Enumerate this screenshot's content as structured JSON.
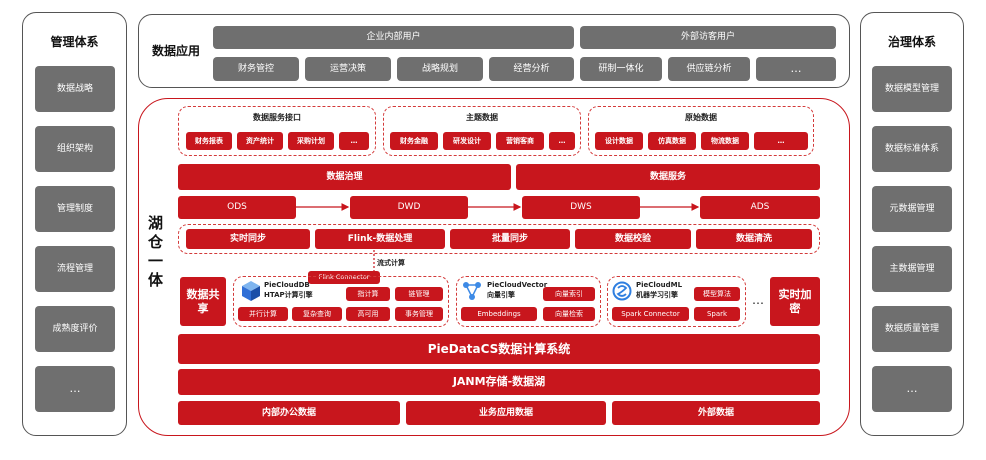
{
  "governance_left": {
    "title": "管理体系",
    "items": [
      "数据战略",
      "组织架构",
      "管理制度",
      "流程管理",
      "成熟度评价",
      "…"
    ]
  },
  "governance_right": {
    "title": "治理体系",
    "items": [
      "数据模型管理",
      "数据标准体系",
      "元数据管理",
      "主数据管理",
      "数据质量管理",
      "…"
    ]
  },
  "apps": {
    "title": "数据应用",
    "internal_users": "企业内部用户",
    "external_users": "外部访客用户",
    "items": [
      "财务管控",
      "运营决策",
      "战略规划",
      "经营分析",
      "研制一体化",
      "供应链分析",
      "…"
    ]
  },
  "lakehouse_label": "湖仓一体",
  "groups": {
    "service_interface": {
      "title": "数据服务接口",
      "items": [
        "财务报表",
        "资产统计",
        "采购计划",
        "…"
      ]
    },
    "theme_data": {
      "title": "主题数据",
      "items": [
        "财务金融",
        "研发设计",
        "营销客商",
        "…"
      ]
    },
    "raw_data": {
      "title": "原始数据",
      "items": [
        "设计数据",
        "仿真数据",
        "物流数据",
        "…"
      ]
    }
  },
  "governance_bar": "数据治理",
  "service_bar": "数据服务",
  "layers": [
    "ODS",
    "DWD",
    "DWS",
    "ADS"
  ],
  "pipeline": [
    "实时同步",
    "Flink-数据处理",
    "批量同步",
    "数据校验",
    "数据清洗"
  ],
  "stream_label": "流式计算",
  "flink_connector": "Flink Connector",
  "data_sharing": "数据共享",
  "realtime_encryption": "实时加密",
  "engines": {
    "db": {
      "name": "PieCloudDB",
      "subtitle": "HTAP计算引擎",
      "items": [
        "指计算",
        "链管理",
        "并行计算",
        "复杂查询",
        "高可用",
        "事务管理"
      ]
    },
    "vector": {
      "name": "PieCloudVector",
      "subtitle": "向量引擎",
      "items": [
        "向量索引",
        "Embeddings",
        "向量检索"
      ]
    },
    "ml": {
      "name": "PieCloudML",
      "subtitle": "机器学习引擎",
      "items": [
        "模型算法",
        "Spark Connector",
        "Spark"
      ]
    },
    "more": "…"
  },
  "compute_system": "PieDataCS数据计算系统",
  "storage": "JANM存储-数据湖",
  "sources": [
    "内部办公数据",
    "业务应用数据",
    "外部数据"
  ],
  "colors": {
    "red": "#c8161d",
    "gray": "#6f6f6f",
    "dash": "#d33a3a"
  }
}
